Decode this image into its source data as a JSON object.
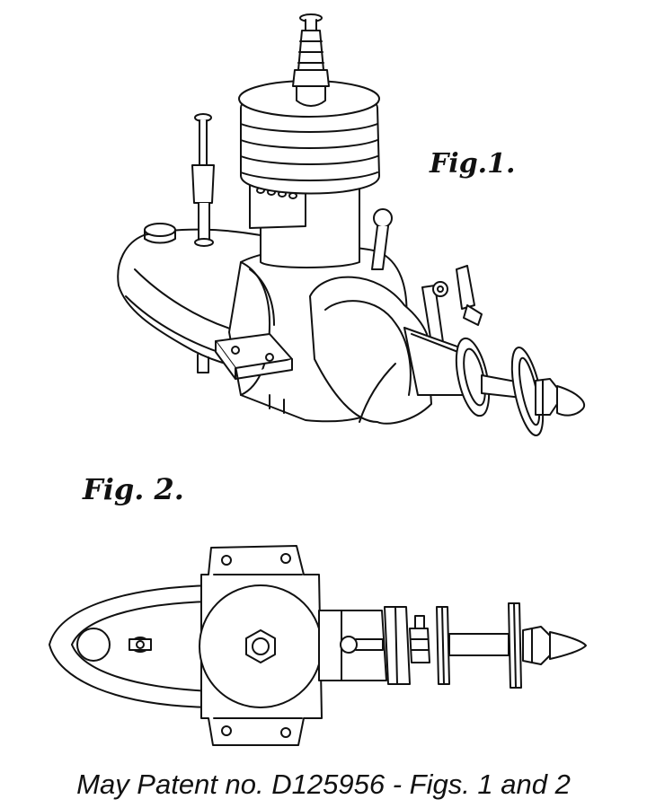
{
  "figures": [
    {
      "id": "fig1",
      "label": "Fig.1."
    },
    {
      "id": "fig2",
      "label": "Fig. 2."
    }
  ],
  "caption": "May Patent no. D125956 - Figs. 1 and 2",
  "colors": {
    "ink": "#111111",
    "paper": "#ffffff"
  }
}
